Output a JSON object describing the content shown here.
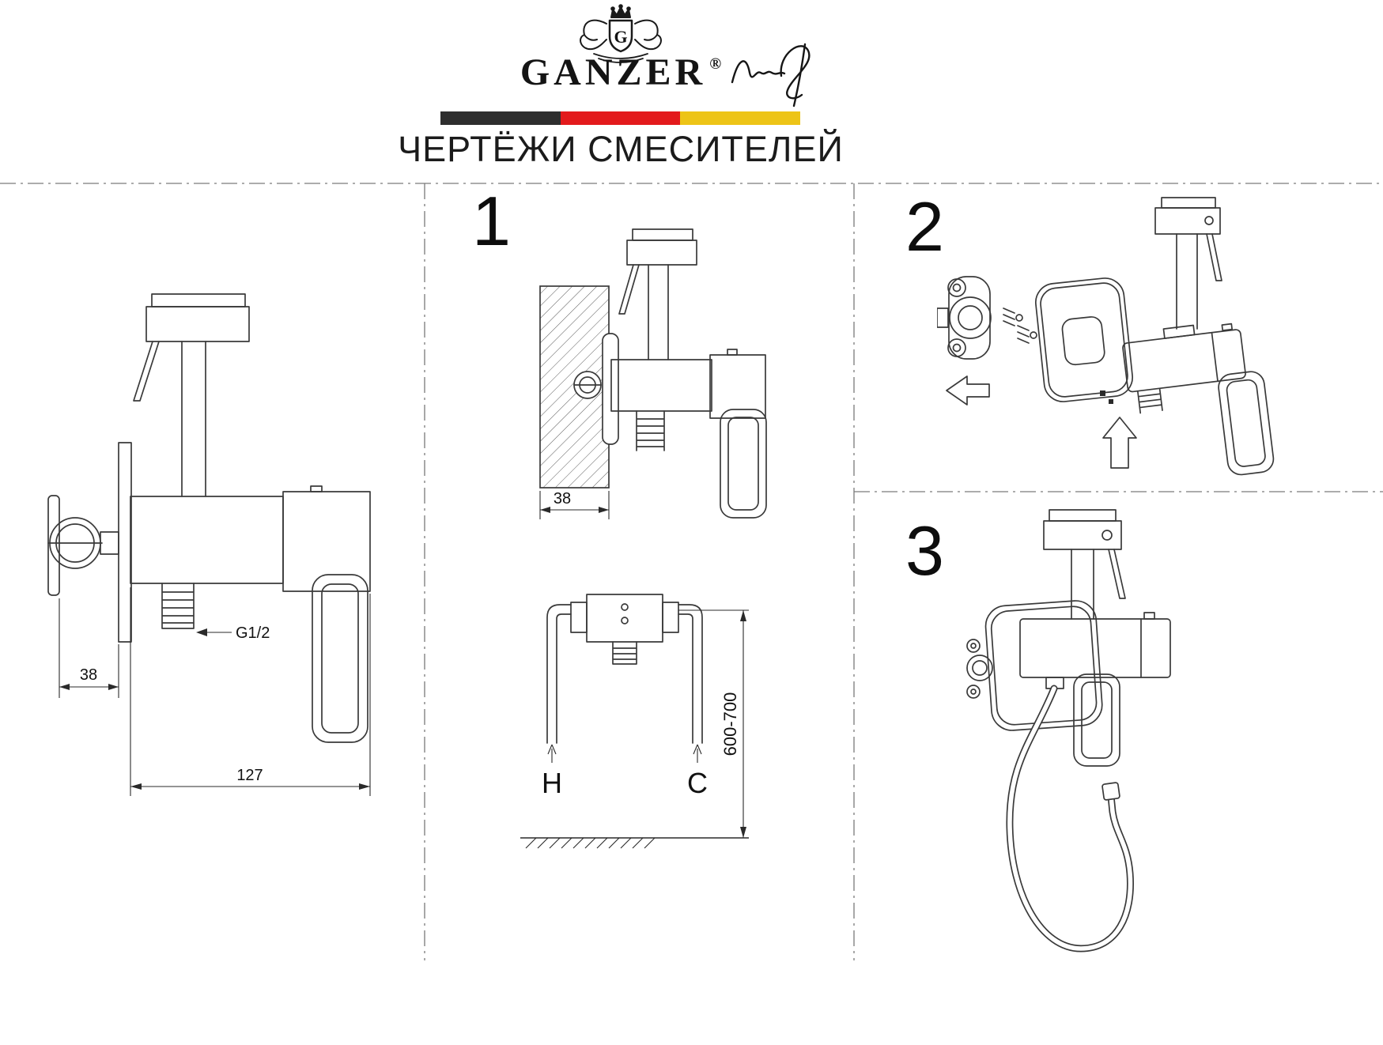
{
  "header": {
    "brand": "GANZER",
    "registered": "®",
    "crest_letter": "G",
    "title": "ЧЕРТЁЖИ СМЕСИТЕЛЕЙ",
    "flag_colors": {
      "dark": "#2e2e2e",
      "red": "#e31a1c",
      "gold": "#edc417"
    }
  },
  "panels": {
    "side_view": {
      "dims": {
        "wall_depth": "38",
        "thread": "G1/2",
        "width": "127"
      }
    },
    "step1": {
      "number": "1",
      "dims": {
        "wall": "38",
        "height": "600-700"
      },
      "labels": {
        "hot": "H",
        "cold": "C"
      }
    },
    "step2": {
      "number": "2"
    },
    "step3": {
      "number": "3"
    }
  }
}
